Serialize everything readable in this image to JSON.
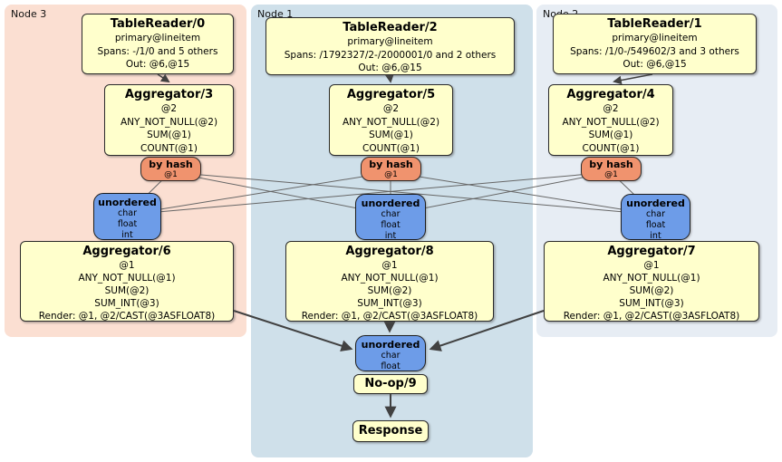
{
  "regions": {
    "node3": {
      "label": "Node 3",
      "bg": "#fbdfd2"
    },
    "node1": {
      "label": "Node 1",
      "bg": "#cfe0ea"
    },
    "node2": {
      "label": "Node 2",
      "bg": "#e7edf4"
    }
  },
  "colors": {
    "processor_bg": "#ffffcc",
    "router_bg": "#f0936e",
    "sync_bg": "#6d9ce8",
    "edge_thin": "#666666",
    "edge_thick": "#414141",
    "text": "#000000"
  },
  "processors": {
    "tr0": {
      "title": "TableReader/0",
      "lines": [
        "primary@lineitem",
        "Spans: -/1/0 and 5 others",
        "Out: @6,@15"
      ]
    },
    "tr2": {
      "title": "TableReader/2",
      "lines": [
        "primary@lineitem",
        "Spans: /1792327/2-/2000001/0 and 2 others",
        "Out: @6,@15"
      ]
    },
    "tr1": {
      "title": "TableReader/1",
      "lines": [
        "primary@lineitem",
        "Spans: /1/0-/549602/3 and 3 others",
        "Out: @6,@15"
      ]
    },
    "agg3": {
      "title": "Aggregator/3",
      "lines": [
        "@2",
        "ANY_NOT_NULL(@2)",
        "SUM(@1)",
        "COUNT(@1)"
      ]
    },
    "agg5": {
      "title": "Aggregator/5",
      "lines": [
        "@2",
        "ANY_NOT_NULL(@2)",
        "SUM(@1)",
        "COUNT(@1)"
      ]
    },
    "agg4": {
      "title": "Aggregator/4",
      "lines": [
        "@2",
        "ANY_NOT_NULL(@2)",
        "SUM(@1)",
        "COUNT(@1)"
      ]
    },
    "agg6": {
      "title": "Aggregator/6",
      "lines": [
        "@1",
        "ANY_NOT_NULL(@1)",
        "SUM(@2)",
        "SUM_INT(@3)",
        "Render: @1, @2/CAST(@3ASFLOAT8)"
      ]
    },
    "agg8": {
      "title": "Aggregator/8",
      "lines": [
        "@1",
        "ANY_NOT_NULL(@1)",
        "SUM(@2)",
        "SUM_INT(@3)",
        "Render: @1, @2/CAST(@3ASFLOAT8)"
      ]
    },
    "agg7": {
      "title": "Aggregator/7",
      "lines": [
        "@1",
        "ANY_NOT_NULL(@1)",
        "SUM(@2)",
        "SUM_INT(@3)",
        "Render: @1, @2/CAST(@3ASFLOAT8)"
      ]
    }
  },
  "router": {
    "title": "by hash",
    "detail": "@1"
  },
  "syncs": {
    "unordered_full": {
      "title": "unordered",
      "columns": [
        "char",
        "float",
        "int"
      ]
    },
    "unordered_final": {
      "title": "unordered",
      "columns": [
        "char",
        "float"
      ]
    }
  },
  "noop": {
    "title": "No-op/9"
  },
  "response": {
    "title": "Response"
  }
}
